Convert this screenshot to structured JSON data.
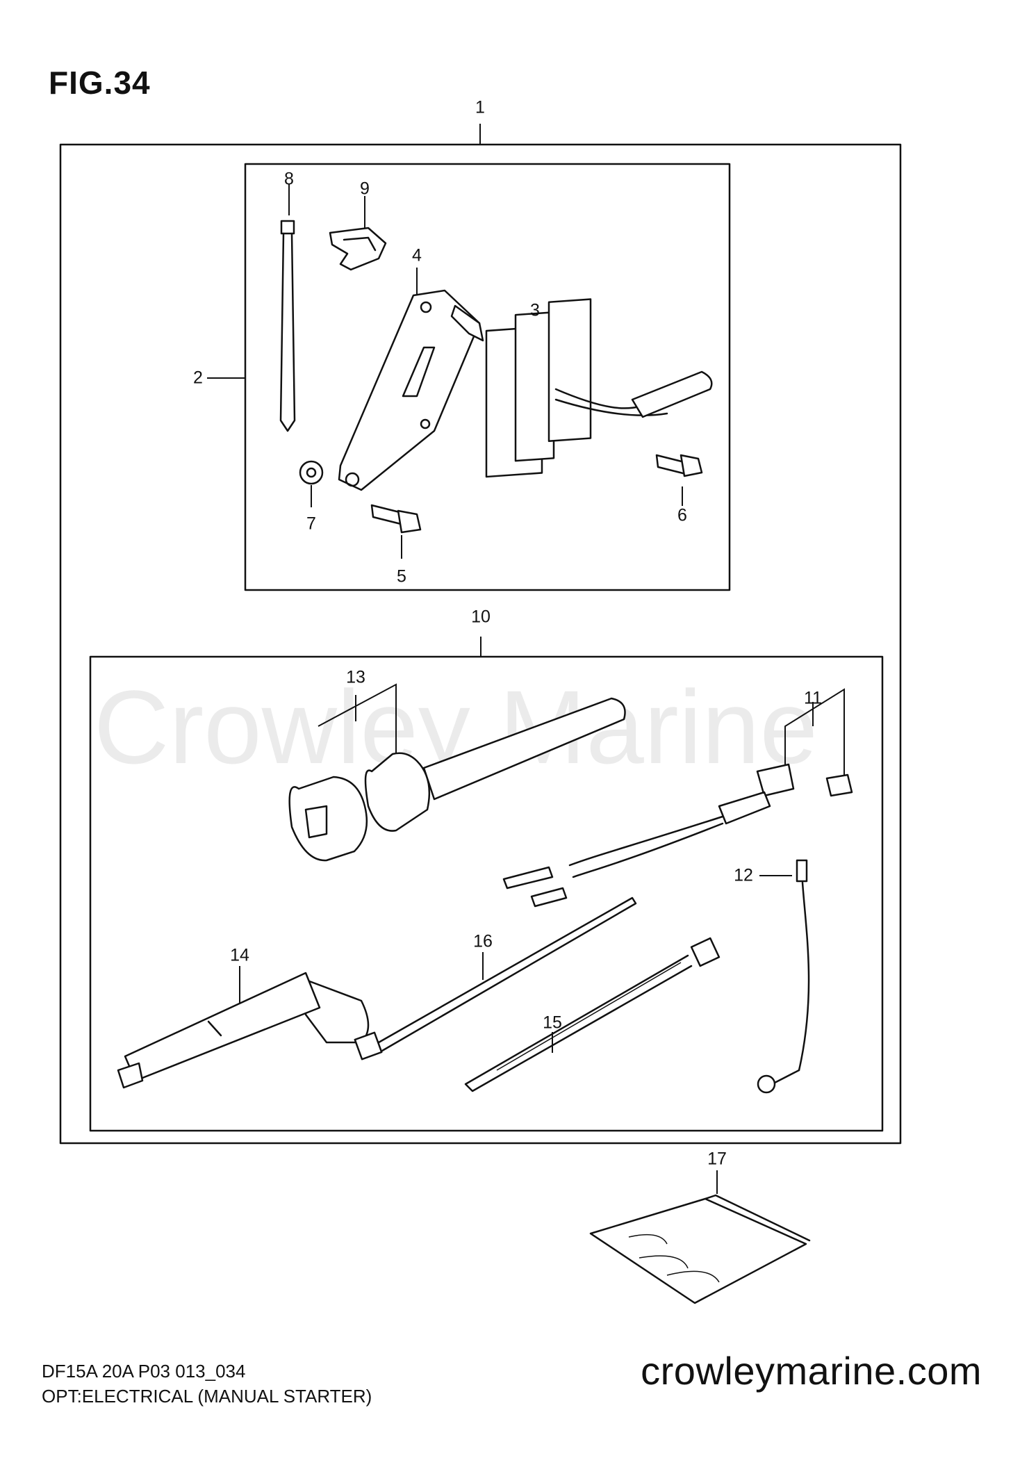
{
  "figure": {
    "title": "FIG.34"
  },
  "watermark": "Crowley Marine",
  "callouts": [
    {
      "id": "1",
      "label": "1"
    },
    {
      "id": "2",
      "label": "2"
    },
    {
      "id": "3",
      "label": "3"
    },
    {
      "id": "4",
      "label": "4"
    },
    {
      "id": "5",
      "label": "5"
    },
    {
      "id": "6",
      "label": "6"
    },
    {
      "id": "7",
      "label": "7"
    },
    {
      "id": "8",
      "label": "8"
    },
    {
      "id": "9",
      "label": "9"
    },
    {
      "id": "10",
      "label": "10"
    },
    {
      "id": "11",
      "label": "11"
    },
    {
      "id": "12",
      "label": "12"
    },
    {
      "id": "13",
      "label": "13"
    },
    {
      "id": "14",
      "label": "14"
    },
    {
      "id": "15",
      "label": "15"
    },
    {
      "id": "16",
      "label": "16"
    },
    {
      "id": "17",
      "label": "17"
    }
  ],
  "footer": {
    "code": "DF15A 20A P03 013_034",
    "title": "OPT:ELECTRICAL (MANUAL STARTER)",
    "site": "crowleymarine.com"
  }
}
